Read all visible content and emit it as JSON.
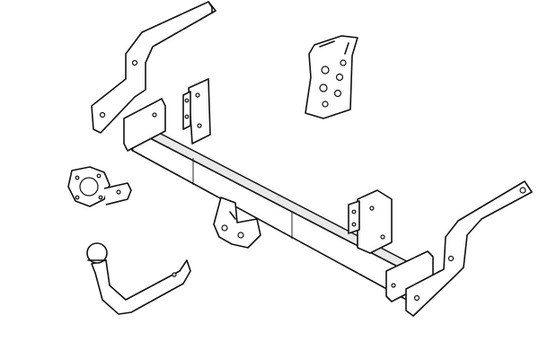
{
  "diagram": {
    "parts": [
      {
        "id": "left-side-bracket",
        "icon": "bracket-icon"
      },
      {
        "id": "upper-mounting-plate",
        "icon": "plate-icon"
      },
      {
        "id": "main-crossbar",
        "icon": "crossbar-icon"
      },
      {
        "id": "center-hitch-bracket",
        "icon": "hitch-bracket-icon"
      },
      {
        "id": "socket-mounting-plate",
        "icon": "socket-plate-icon"
      },
      {
        "id": "tow-ball-neck",
        "icon": "tow-ball-icon"
      },
      {
        "id": "right-mounting-plate",
        "icon": "plate-icon"
      },
      {
        "id": "right-side-bracket",
        "icon": "bracket-icon"
      },
      {
        "id": "hardware-bag",
        "icon": "fastener-bag-icon"
      }
    ],
    "line_color": "#111111",
    "background": "#ffffff"
  }
}
